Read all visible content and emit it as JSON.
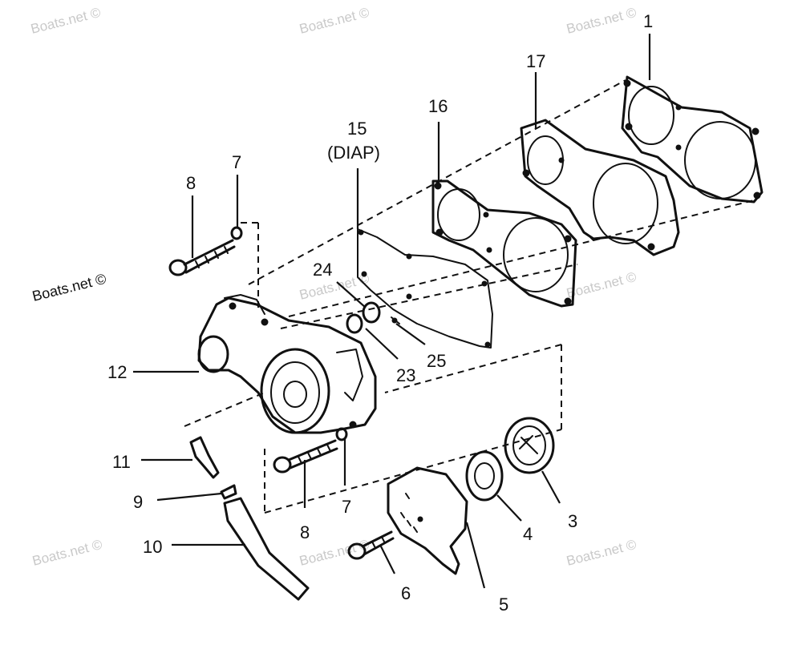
{
  "watermark": "Boats.net ©",
  "callouts": {
    "c1": "1",
    "c3": "3",
    "c4": "4",
    "c5": "5",
    "c6": "6",
    "c7a": "7",
    "c7b": "7",
    "c8a": "8",
    "c8b": "8",
    "c9": "9",
    "c10": "10",
    "c11": "11",
    "c12": "12",
    "c15": "15",
    "c15sub": "(DIAP)",
    "c16": "16",
    "c17": "17",
    "c23": "23",
    "c24": "24",
    "c25": "25"
  }
}
